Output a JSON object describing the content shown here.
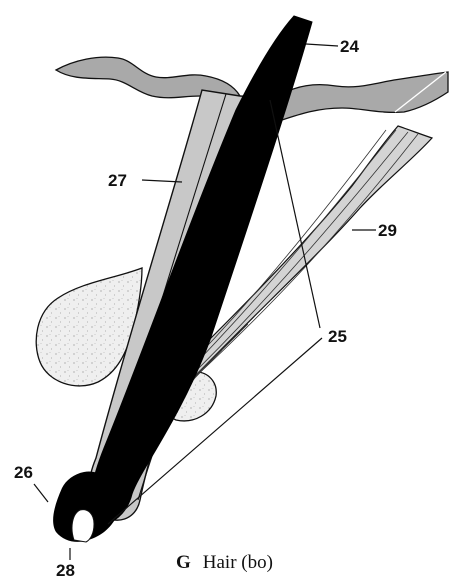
{
  "labels": {
    "l24": "24",
    "l25": "25",
    "l26": "26",
    "l27": "27",
    "l28": "28",
    "l29": "29"
  },
  "caption": {
    "letter": "G",
    "text": "Hair (bo)"
  },
  "colors": {
    "skin": "#a9a9a9",
    "sheath": "#c8c8c8",
    "gland": "#eeeeee",
    "hair": "#000000",
    "line": "#111111"
  }
}
